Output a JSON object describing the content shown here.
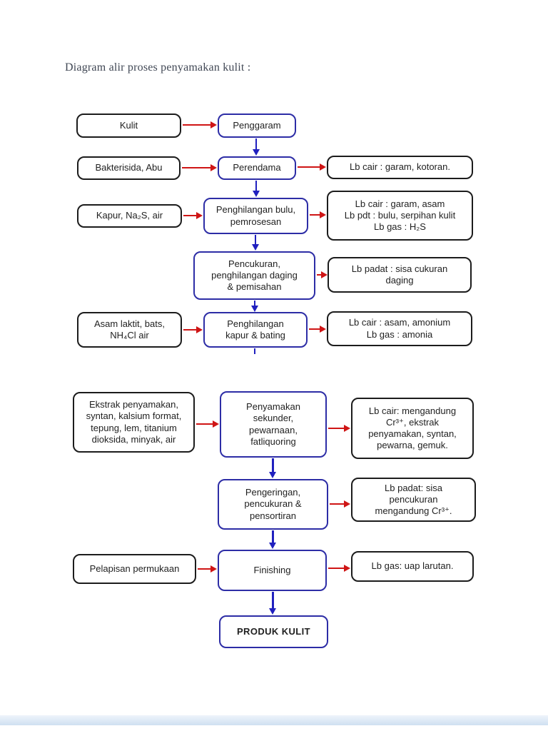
{
  "page_title": "Diagram alir proses penyamakan kulit :",
  "diagram": {
    "nodes": {
      "kulit": {
        "label": "Kulit",
        "kind": "input"
      },
      "penggaram": {
        "label": "Penggaram",
        "kind": "process"
      },
      "bakterisida": {
        "label": "Bakterisida, Abu",
        "kind": "input"
      },
      "perendama": {
        "label": "Perendama",
        "kind": "process"
      },
      "limbah_garam_kotoran": {
        "label": "Lb cair : garam, kotoran.",
        "kind": "output"
      },
      "kapur": {
        "label": "Kapur, Na₂S, air",
        "kind": "input"
      },
      "penghilangan_bulu": {
        "label": "Penghilangan bulu,\npemrosesan",
        "kind": "process"
      },
      "limbah_garam_asam": {
        "label": "Lb cair : garam, asam\nLb pdt : bulu, serpihan kulit\nLb gas : H₂S",
        "kind": "output"
      },
      "pencukuran": {
        "label": "Pencukuran,\npenghilangan daging\n& pemisahan",
        "kind": "process"
      },
      "limbah_sisa_cukuran": {
        "label": "Lb padat : sisa cukuran\ndaging",
        "kind": "output"
      },
      "asam_laktit": {
        "label": "Asam laktit, bats,\nNH₄Cl air",
        "kind": "input"
      },
      "penghilangan_kapur": {
        "label": "Penghilangan\nkapur & bating",
        "kind": "process"
      },
      "limbah_asam_amonium": {
        "label": "Lb cair : asam, amonium\nLb gas : amonia",
        "kind": "output"
      },
      "ekstrak": {
        "label": "Ekstrak penyamakan,\nsyntan, kalsium format,\ntepung, lem, titanium\ndioksida, minyak, air",
        "kind": "input"
      },
      "penyamakan": {
        "label": "Penyamakan\nsekunder,\npewarnaan,\nfatliquoring",
        "kind": "process"
      },
      "limbah_cr": {
        "label": "Lb cair: mengandung\nCr³⁺, ekstrak\npenyamakan, syntan,\npewarna, gemuk.",
        "kind": "output"
      },
      "pengeringan": {
        "label": "Pengeringan,\npencukuran &\npensortiran",
        "kind": "process"
      },
      "limbah_padat_cr": {
        "label": "Lb padat: sisa\npencukuran\nmengandung Cr³⁺.",
        "kind": "output"
      },
      "pelapisan": {
        "label": "Pelapisan permukaan",
        "kind": "input"
      },
      "finishing": {
        "label": "Finishing",
        "kind": "process"
      },
      "limbah_uap": {
        "label": "Lb gas: uap larutan.",
        "kind": "output"
      },
      "produk": {
        "label": "PRODUK KULIT",
        "kind": "process"
      }
    },
    "edges": [
      {
        "from": "kulit",
        "to": "penggaram",
        "color": "red"
      },
      {
        "from": "penggaram",
        "to": "perendama",
        "color": "blue"
      },
      {
        "from": "bakterisida",
        "to": "perendama",
        "color": "red"
      },
      {
        "from": "perendama",
        "to": "limbah_garam_kotoran",
        "color": "red"
      },
      {
        "from": "perendama",
        "to": "penghilangan_bulu",
        "color": "blue"
      },
      {
        "from": "kapur",
        "to": "penghilangan_bulu",
        "color": "red"
      },
      {
        "from": "penghilangan_bulu",
        "to": "limbah_garam_asam",
        "color": "red"
      },
      {
        "from": "penghilangan_bulu",
        "to": "pencukuran",
        "color": "blue"
      },
      {
        "from": "pencukuran",
        "to": "limbah_sisa_cukuran",
        "color": "red"
      },
      {
        "from": "pencukuran",
        "to": "penghilangan_kapur",
        "color": "blue"
      },
      {
        "from": "asam_laktit",
        "to": "penghilangan_kapur",
        "color": "red"
      },
      {
        "from": "penghilangan_kapur",
        "to": "limbah_asam_amonium",
        "color": "red"
      },
      {
        "from": "penghilangan_kapur",
        "to": "",
        "color": "blue",
        "note": "stub line, section break"
      },
      {
        "from": "ekstrak",
        "to": "penyamakan",
        "color": "red"
      },
      {
        "from": "penyamakan",
        "to": "limbah_cr",
        "color": "red"
      },
      {
        "from": "penyamakan",
        "to": "pengeringan",
        "color": "blue"
      },
      {
        "from": "pengeringan",
        "to": "limbah_padat_cr",
        "color": "red"
      },
      {
        "from": "pengeringan",
        "to": "finishing",
        "color": "blue"
      },
      {
        "from": "pelapisan",
        "to": "finishing",
        "color": "red"
      },
      {
        "from": "finishing",
        "to": "limbah_uap",
        "color": "red"
      },
      {
        "from": "finishing",
        "to": "produk",
        "color": "blue"
      }
    ],
    "colors": {
      "process_border": "#2d2da6",
      "io_border": "#1c1c1c",
      "arrow_red": "#cf1515",
      "arrow_blue": "#2020bf",
      "footer_bar": "#cfe0f1"
    }
  }
}
